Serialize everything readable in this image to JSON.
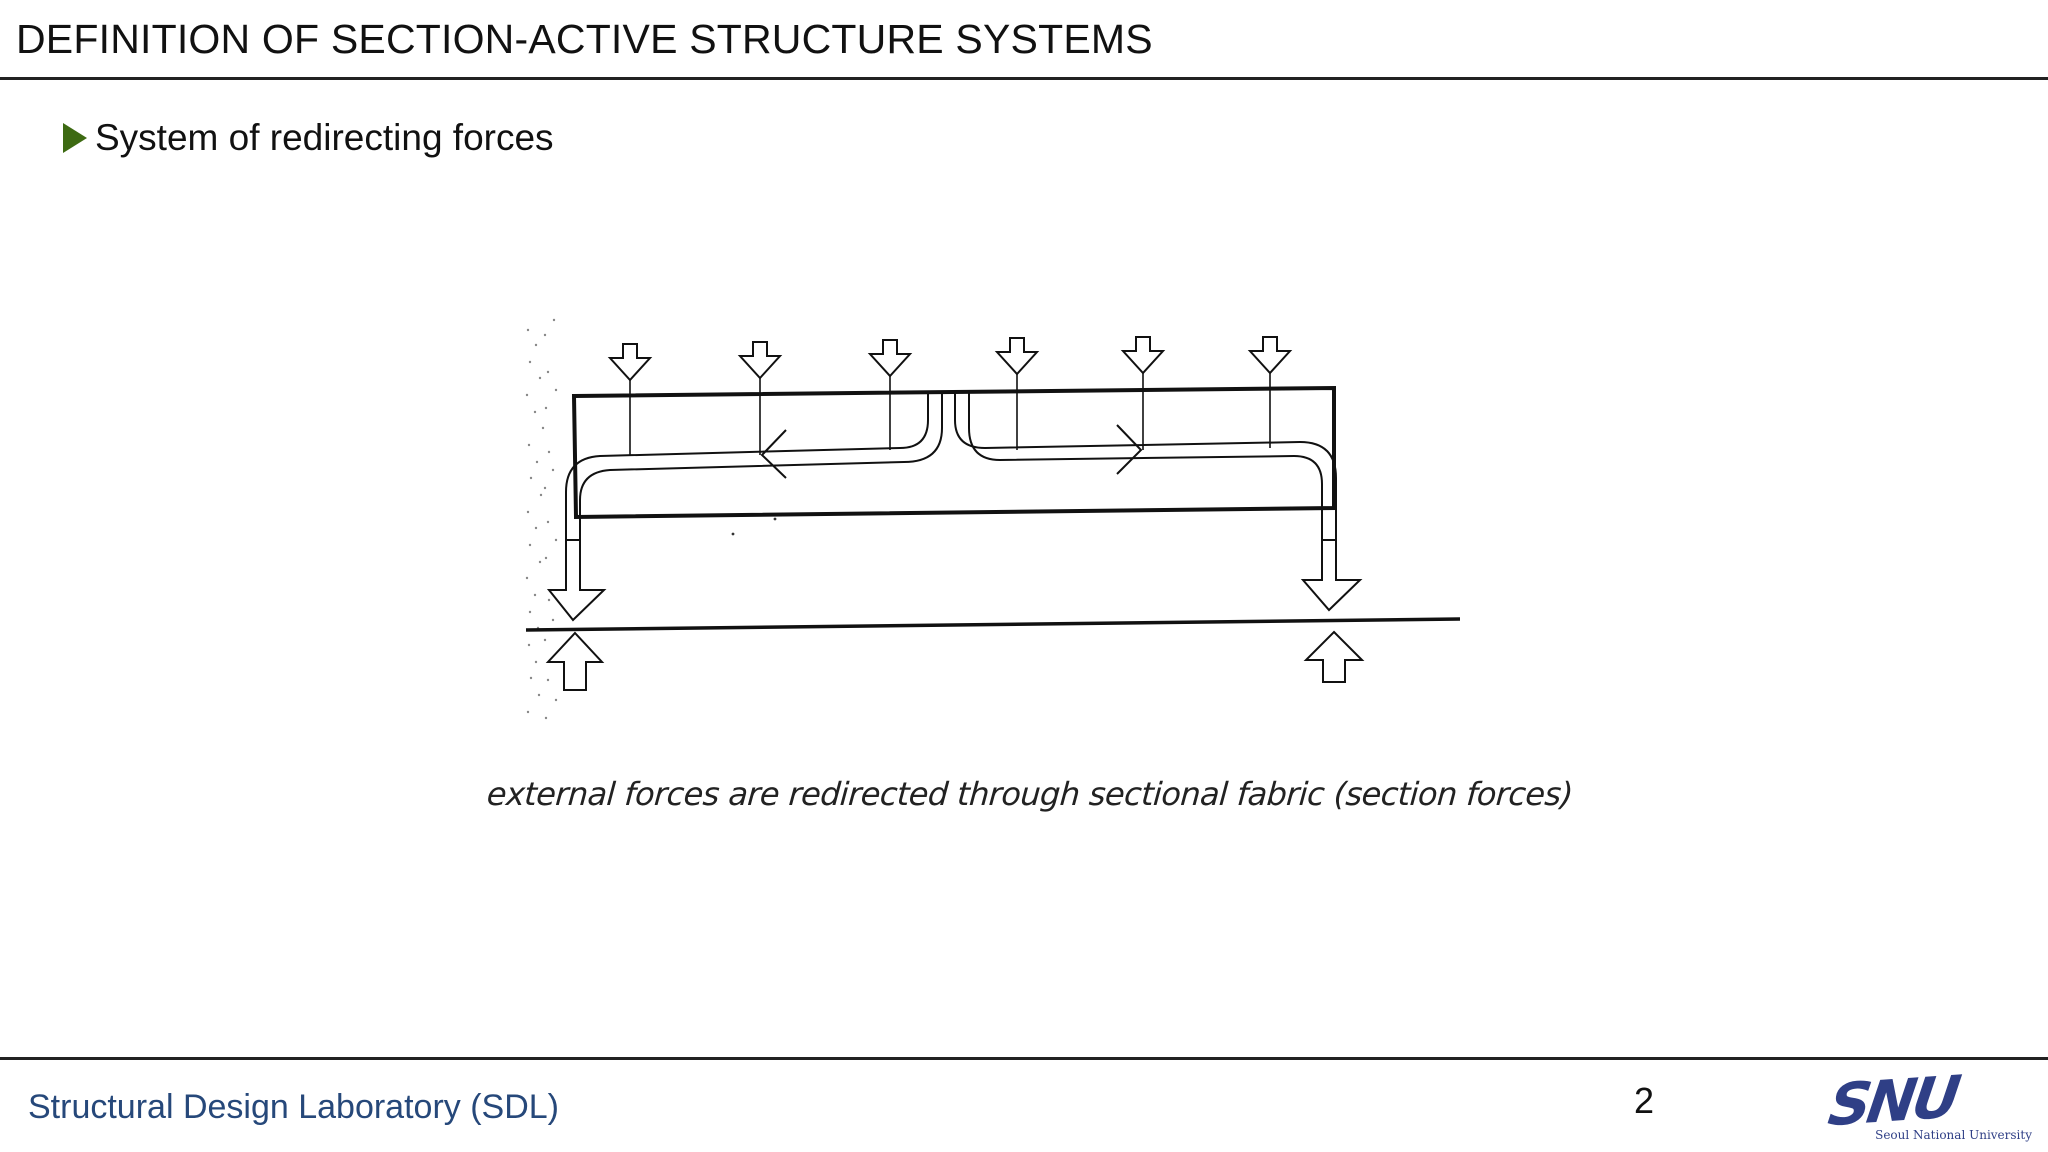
{
  "header": {
    "title": "DEFINITION OF SECTION-ACTIVE STRUCTURE SYSTEMS"
  },
  "bullet": {
    "text": "System of redirecting forces",
    "marker_color": "#3d6a12"
  },
  "figure": {
    "caption": "external forces are redirected through sectional fabric   (section forces)",
    "load_arrow_count": 6,
    "support_count": 2
  },
  "footer": {
    "lab_name": "Structural Design Laboratory (SDL)",
    "page_number": "2",
    "logo_mark": "SNU",
    "logo_subtitle": "Seoul National University",
    "lab_color": "#26487a",
    "logo_color": "#2f3f86"
  }
}
